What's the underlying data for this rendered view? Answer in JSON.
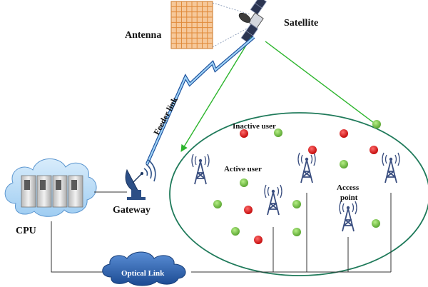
{
  "labels": {
    "satellite": "Satellite",
    "antenna": "Antenna",
    "feeder_link": "Feeder link",
    "gateway": "Gateway",
    "cpu": "CPU",
    "optical_link": "Optical Link",
    "inactive_user": "Inactive user",
    "active_user": "Active user",
    "access_point_line1": "Access",
    "access_point_line2": "point"
  },
  "colors": {
    "coverage_ellipse": "#1f7a5a",
    "beam_arrows": "#2db52d",
    "feeder_link": "#4aa6e0",
    "active_user": "#7cc64a",
    "inactive_user": "#e01818",
    "cloud_fill": "#b9ddf7",
    "optical_cloud_fill": "#2a5ea8",
    "antenna_panel": "#f6c89a",
    "tower": "#3b4f80"
  },
  "icons": [
    "satellite-icon",
    "antenna-panel-icon",
    "gateway-dish-icon",
    "server-rack-icon",
    "access-point-tower-icon"
  ]
}
